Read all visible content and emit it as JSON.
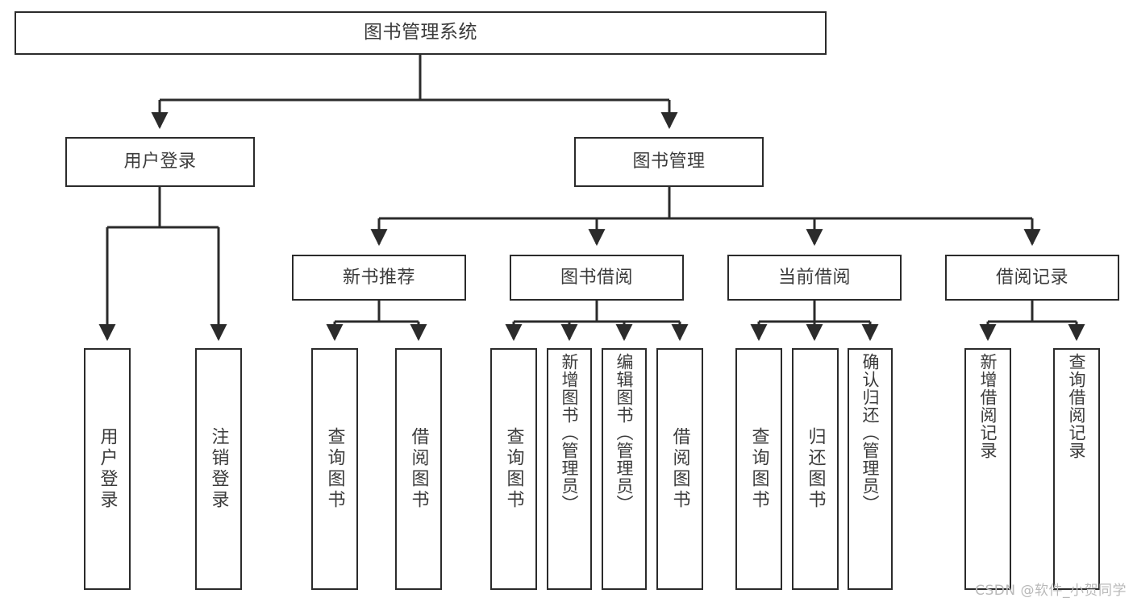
{
  "diagram": {
    "title": "图书管理系统",
    "type": "tree-hierarchy-chart",
    "watermark": "CSDN @软件_小贺同学",
    "colors": {
      "stroke": "#2b2b2b",
      "fill": "#ffffff",
      "text": "#3b3b3b",
      "watermark": "#b9b9b9"
    },
    "root": {
      "label": "图书管理系统"
    },
    "level2": [
      {
        "label": "用户登录"
      },
      {
        "label": "图书管理"
      }
    ],
    "level3": [
      {
        "label": "新书推荐"
      },
      {
        "label": "图书借阅"
      },
      {
        "label": "当前借阅"
      },
      {
        "label": "借阅记录"
      }
    ],
    "leaves": {
      "user_login": [
        {
          "label": "用户登录"
        },
        {
          "label": "注销登录"
        }
      ],
      "new_book": [
        {
          "label": "查询图书"
        },
        {
          "label": "借阅图书"
        }
      ],
      "book_borrow": [
        {
          "label": "查询图书"
        },
        {
          "label": "新增图书（管理员）"
        },
        {
          "label": "编辑图书（管理员）"
        },
        {
          "label": "借阅图书"
        }
      ],
      "current_borrow": [
        {
          "label": "查询图书"
        },
        {
          "label": "归还图书"
        },
        {
          "label": "确认归还（管理员）"
        }
      ],
      "borrow_record": [
        {
          "label": "新增借阅记录"
        },
        {
          "label": "查询借阅记录"
        }
      ]
    }
  }
}
